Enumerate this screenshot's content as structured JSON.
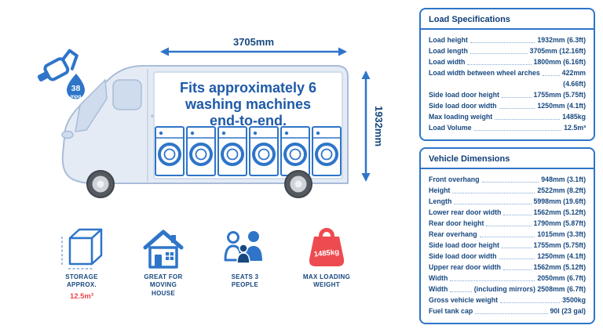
{
  "colors": {
    "blue": "#2e75c9",
    "dark_blue": "#17487f",
    "red": "#ee4b50",
    "van_body": "#e4ebf5"
  },
  "van": {
    "mpg_value": "38",
    "mpg_unit": "mpg",
    "length_label": "3705mm",
    "height_label": "1932mm",
    "slogan": [
      "Fits approximately 6",
      "washing machines",
      "end-to-end."
    ],
    "washing_machine_count": 6
  },
  "features": [
    {
      "icon": "storage-box-icon",
      "lines": [
        "STORAGE",
        "APPROX."
      ],
      "highlight": "12.5m³"
    },
    {
      "icon": "house-icon",
      "lines": [
        "GREAT FOR",
        "MOVING",
        "HOUSE"
      ]
    },
    {
      "icon": "people-icon",
      "lines": [
        "SEATS 3",
        "PEOPLE"
      ]
    },
    {
      "icon": "weight-icon",
      "lines": [
        "MAX LOADING",
        "WEIGHT"
      ],
      "badge": "1485kg"
    }
  ],
  "panels": [
    {
      "title": "Load Specifications",
      "rows": [
        {
          "label": "Load height",
          "value": "1932mm (6.3ft)"
        },
        {
          "label": "Load length",
          "value": "3705mm (12.16ft)"
        },
        {
          "label": "Load width",
          "value": "1800mm (6.16ft)"
        },
        {
          "label": "Load width between wheel arches",
          "value": "422mm",
          "value2": "(4.66ft)"
        },
        {
          "label": "Side load door height",
          "value": "1755mm (5.75ft)"
        },
        {
          "label": "Side load door width",
          "value": "1250mm (4.1ft)"
        },
        {
          "label": "Max loading weight",
          "value": "1485kg"
        },
        {
          "label": "Load Volume",
          "value": "12.5m³"
        }
      ]
    },
    {
      "title": "Vehicle Dimensions",
      "rows": [
        {
          "label": "Front overhang",
          "value": "948mm (3.1ft)"
        },
        {
          "label": "Height",
          "value": "2522mm (8.2ft)"
        },
        {
          "label": "Length",
          "value": "5998mm (19.6ft)"
        },
        {
          "label": "Lower rear door width",
          "value": "1562mm (5.12ft)"
        },
        {
          "label": "Rear door height",
          "value": "1790mm (5.87ft)"
        },
        {
          "label": "Rear overhang",
          "value": "1015mm (3.3ft)"
        },
        {
          "label": "Side load door height",
          "value": "1755mm (5.75ft)"
        },
        {
          "label": "Side load door width",
          "value": "1250mm (4.1ft)"
        },
        {
          "label": "Upper rear door width",
          "value": "1562mm (5.12ft)"
        },
        {
          "label": "Width",
          "value": "2050mm (6.7ft)"
        },
        {
          "label": "Width",
          "value": "(including mirrors) 2508mm (6.7ft)"
        },
        {
          "label": "Gross vehicle weight",
          "value": "3500kg"
        },
        {
          "label": "Fuel tank cap",
          "value": "90l (23 gal)"
        }
      ]
    }
  ]
}
